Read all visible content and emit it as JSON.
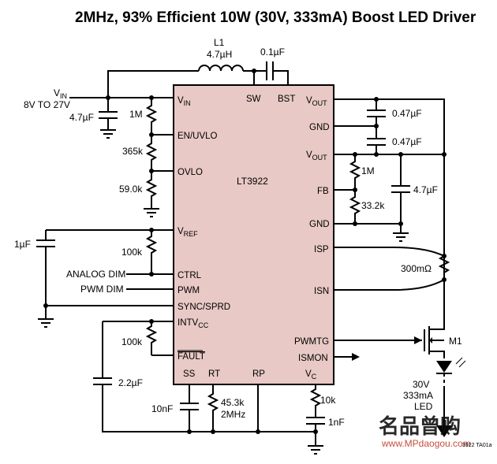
{
  "title": "2MHz, 93% Efficient 10W (30V, 333mA) Boost LED Driver",
  "ic": {
    "part": "LT3922",
    "body_color": "#e8c9c5",
    "pins_left": [
      "VIN",
      "EN/UVLO",
      "OVLO",
      "VREF",
      "CTRL",
      "PWM",
      "SYNC/SPRD",
      "INTVCC",
      "FAULT"
    ],
    "pins_right": [
      "VOUT",
      "GND",
      "VOUT",
      "FB",
      "GND",
      "ISP",
      "ISN",
      "PWMTG",
      "ISMON"
    ],
    "pins_top": [
      "SW",
      "BST"
    ],
    "pins_bottom": [
      "SS",
      "RT",
      "RP",
      "VC"
    ]
  },
  "components": {
    "inductor_ref": "L1",
    "inductor_value": "4.7µH",
    "bst_cap": "0.1µF",
    "vin_label": "VIN",
    "vin_range": "8V TO 27V",
    "cin": "4.7µF",
    "r_en_top": "1M",
    "r_en_mid": "365k",
    "r_en_bot": "59.0k",
    "cref": "1µF",
    "r_ref": "100k",
    "analog_dim": "ANALOG DIM",
    "pwm_dim": "PWM DIM",
    "r_fault": "100k",
    "c_intvcc": "2.2µF",
    "c_ss": "10nF",
    "r_rt": "45.3k",
    "f_rt": "2MHz",
    "r_vc": "10k",
    "c_vc": "1nF",
    "c_out1": "0.47µF",
    "c_out2": "0.47µF",
    "r_fb_top": "1M",
    "r_fb_bot": "33.2k",
    "c_out3": "4.7µF",
    "r_sense": "300mΩ",
    "mosfet": "M1",
    "led_voltage": "30V",
    "led_current": "333mA",
    "led_label": "LED"
  },
  "watermark": {
    "text": "名品曾购",
    "url": "www.MPdaogou.com"
  },
  "figure_id": "3922 TA01a"
}
